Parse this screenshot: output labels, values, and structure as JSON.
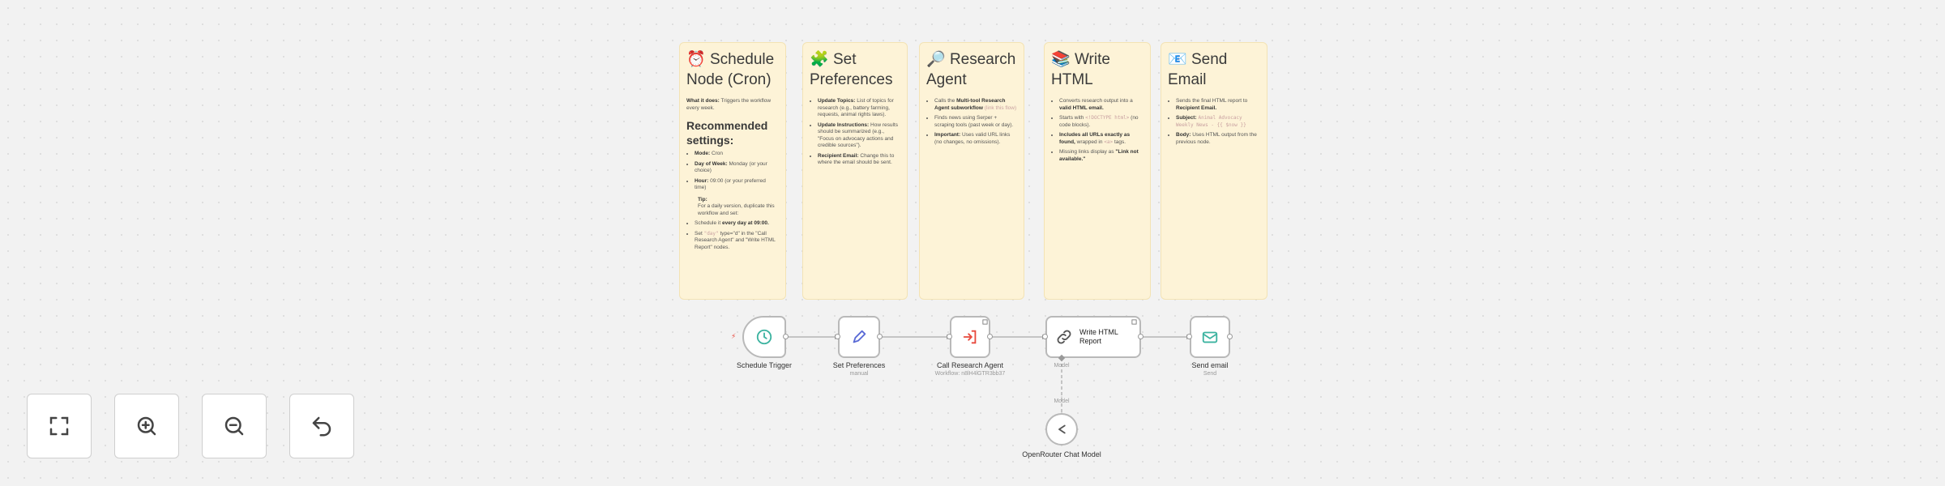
{
  "notes": [
    {
      "emoji": "⏰",
      "title": "Schedule Node (Cron)",
      "what_label": "What it does:",
      "what_text": "Triggers the workflow every week.",
      "rec_heading": "Recommended settings:",
      "items": [
        {
          "k": "Mode:",
          "v": "Cron"
        },
        {
          "k": "Day of Week:",
          "v": "Monday (or your choice)"
        },
        {
          "k": "Hour:",
          "v": "09:00 (or your preferred time)"
        }
      ],
      "tip_label": "Tip:",
      "tip_text": "For a daily version, duplicate this workflow and set:",
      "tip_items": [
        {
          "pre": "Schedule it",
          "b": "every day at 09:00."
        },
        {
          "pre": "Set",
          "code": "\"day\"",
          "post": "type=\"d\" in the \"Call Research Agent\" and \"Write HTML Report\" nodes."
        }
      ]
    },
    {
      "emoji": "🧩",
      "title": "Set Preferences",
      "items": [
        {
          "k": "Update Topics:",
          "v": "List of topics for research (e.g., battery farming, requests, animal rights laws)."
        },
        {
          "k": "Update Instructions:",
          "v": "How results should be summarized (e.g., \"Focus on advocacy actions and credible sources\")."
        },
        {
          "k": "Recipient Email:",
          "v": "Change this to where the email should be sent."
        }
      ]
    },
    {
      "emoji": "🔎",
      "title": "Research Agent",
      "items": [
        {
          "pre": "Calls the",
          "b": "Multi-tool Research Agent subworkflow",
          "link": "(link this flow)"
        },
        {
          "pre": "Finds news using Serper + scraping tools (past week or day)."
        },
        {
          "k": "Important:",
          "v": "Uses valid URL links (no changes, no omissions)."
        }
      ]
    },
    {
      "emoji": "📚",
      "title": "Write HTML",
      "items": [
        {
          "pre": "Converts research output into a",
          "b": "valid HTML email."
        },
        {
          "pre": "Starts with",
          "code": "<!DOCTYPE html>",
          "post": "(no code blocks)."
        },
        {
          "b2": "Includes all URLs exactly as found,",
          "post": "wrapped in",
          "code": "<a>",
          "post2": "tags."
        },
        {
          "pre": "Missing links display as",
          "b": "\"Link not available.\""
        }
      ]
    },
    {
      "emoji": "📧",
      "title": "Send Email",
      "items": [
        {
          "pre": "Sends the final HTML report to",
          "b": "Recipient Email."
        },
        {
          "k": "Subject:",
          "code": "Animal Advocacy Weekly News - {{ $now }}"
        },
        {
          "k": "Body:",
          "v": "Uses HTML output from the previous node."
        }
      ]
    }
  ],
  "nodes": {
    "schedule": {
      "label": "Schedule Trigger"
    },
    "prefs": {
      "label": "Set Preferences",
      "sub": "manual"
    },
    "agent": {
      "label": "Call Research Agent",
      "sub": "Workflow: n8lH4lGTR3bb37"
    },
    "write": {
      "label": "Write HTML Report",
      "port_label": "Model"
    },
    "send": {
      "label": "Send email",
      "sub": "Send"
    },
    "model": {
      "label": "OpenRouter Chat Model",
      "port_label": "Model"
    }
  },
  "colors": {
    "accent": "#e8493d",
    "trigger": "#3cb3a0",
    "prefs": "#5b6bd6",
    "agent": "#e8493d",
    "send": "#3cb3a0"
  },
  "controls": [
    {
      "name": "fit-view-button",
      "icon": "expand-icon"
    },
    {
      "name": "zoom-in-button",
      "icon": "zoom-in-icon"
    },
    {
      "name": "zoom-out-button",
      "icon": "zoom-out-icon"
    },
    {
      "name": "reset-zoom-button",
      "icon": "undo-icon"
    }
  ]
}
